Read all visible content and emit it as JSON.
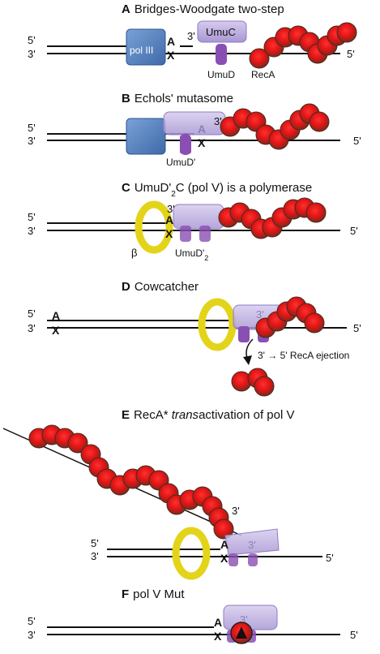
{
  "panels": {
    "a": {
      "letter": "A",
      "title": "Bridges-Woodgate two-step",
      "pol3": "pol III",
      "umuc": "UmuC",
      "umud": "UmuD",
      "reca": "RecA"
    },
    "b": {
      "letter": "B",
      "title": "Echols' mutasome",
      "umud_prime": "UmuD'"
    },
    "c": {
      "letter": "C",
      "title_pre": "UmuD'",
      "title_sub": "2",
      "title_post": "C (pol V) is a polymerase",
      "beta": "β",
      "umud2": "UmuD'",
      "umud2_sub": "2"
    },
    "d": {
      "letter": "D",
      "title": "Cowcatcher",
      "ejection": "3' → 5' RecA ejection"
    },
    "e": {
      "letter": "E",
      "title_pre": "RecA* ",
      "title_italic": "trans",
      "title_post": "activation of pol V"
    },
    "f": {
      "letter": "F",
      "title": "pol V Mut"
    }
  },
  "labels": {
    "five": "5'",
    "three": "3'",
    "A": "A",
    "X": "X"
  },
  "colors": {
    "pol3": "#5b86c4",
    "polV": "#b9a9dc",
    "umud": "#8a4fb3",
    "clamp": "#f0e21a",
    "reca": "#e01f1f",
    "reca_dark": "#6a3a2a"
  }
}
